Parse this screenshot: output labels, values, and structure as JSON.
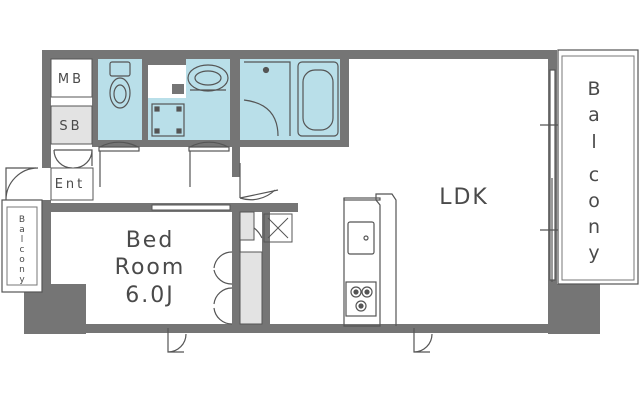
{
  "colors": {
    "wall": "#757575",
    "wet_area": "#b9dfe9",
    "outline": "#555555",
    "label": "#4a4a4a",
    "closet_fill": "#e3e3e3"
  },
  "rooms": {
    "mb": "MB",
    "sb": "SB",
    "ent": "Ent",
    "ldk": "LDK",
    "bedroom_line1": "Bed",
    "bedroom_line2": "Room",
    "bedroom_line3": "6.0J"
  },
  "balcony_right": [
    "B",
    "a",
    "l",
    "c",
    "o",
    "n",
    "y"
  ],
  "balcony_left": [
    "B",
    "a",
    "l",
    "c",
    "o",
    "n",
    "y"
  ],
  "icons": [
    "toilet-icon",
    "washbasin-icon",
    "bathtub-icon",
    "stove-icon",
    "sink-icon",
    "washing-machine-pan-icon",
    "exhaust-vent-icon"
  ]
}
